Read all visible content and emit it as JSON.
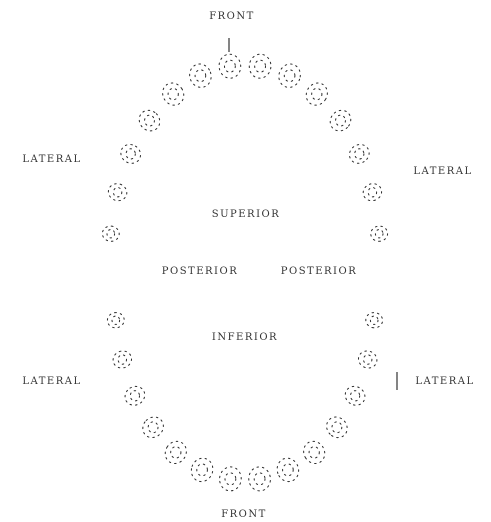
{
  "labels": {
    "top": "FRONT",
    "bottom": "FRONT",
    "upper_left": "LATERAL",
    "upper_right": "LATERAL",
    "lower_left": "LATERAL",
    "lower_right": "LATERAL",
    "upper_inner": "SUPERIOR",
    "lower_inner": "INFERIOR",
    "mid_left": "POSTERIOR",
    "mid_right": "POSTERIOR"
  },
  "colors": {
    "ink": "#2a2a2a",
    "background": "#ffffff"
  }
}
